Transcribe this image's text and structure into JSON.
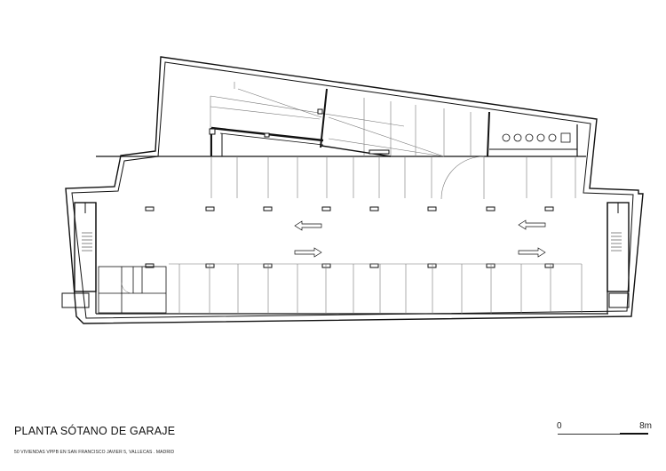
{
  "drawing": {
    "title": "PLANTA SÓTANO DE GARAJE",
    "subtitle": "50 VIVIENDAS VPPB EN SAN FRANCISCO JAVIER 5, VALLECAS . MADRID"
  },
  "scale_bar": {
    "start_label": "0",
    "end_label": "8m"
  },
  "colors": {
    "ink": "#111111",
    "thin_line": "#777777",
    "background": "#ffffff"
  }
}
